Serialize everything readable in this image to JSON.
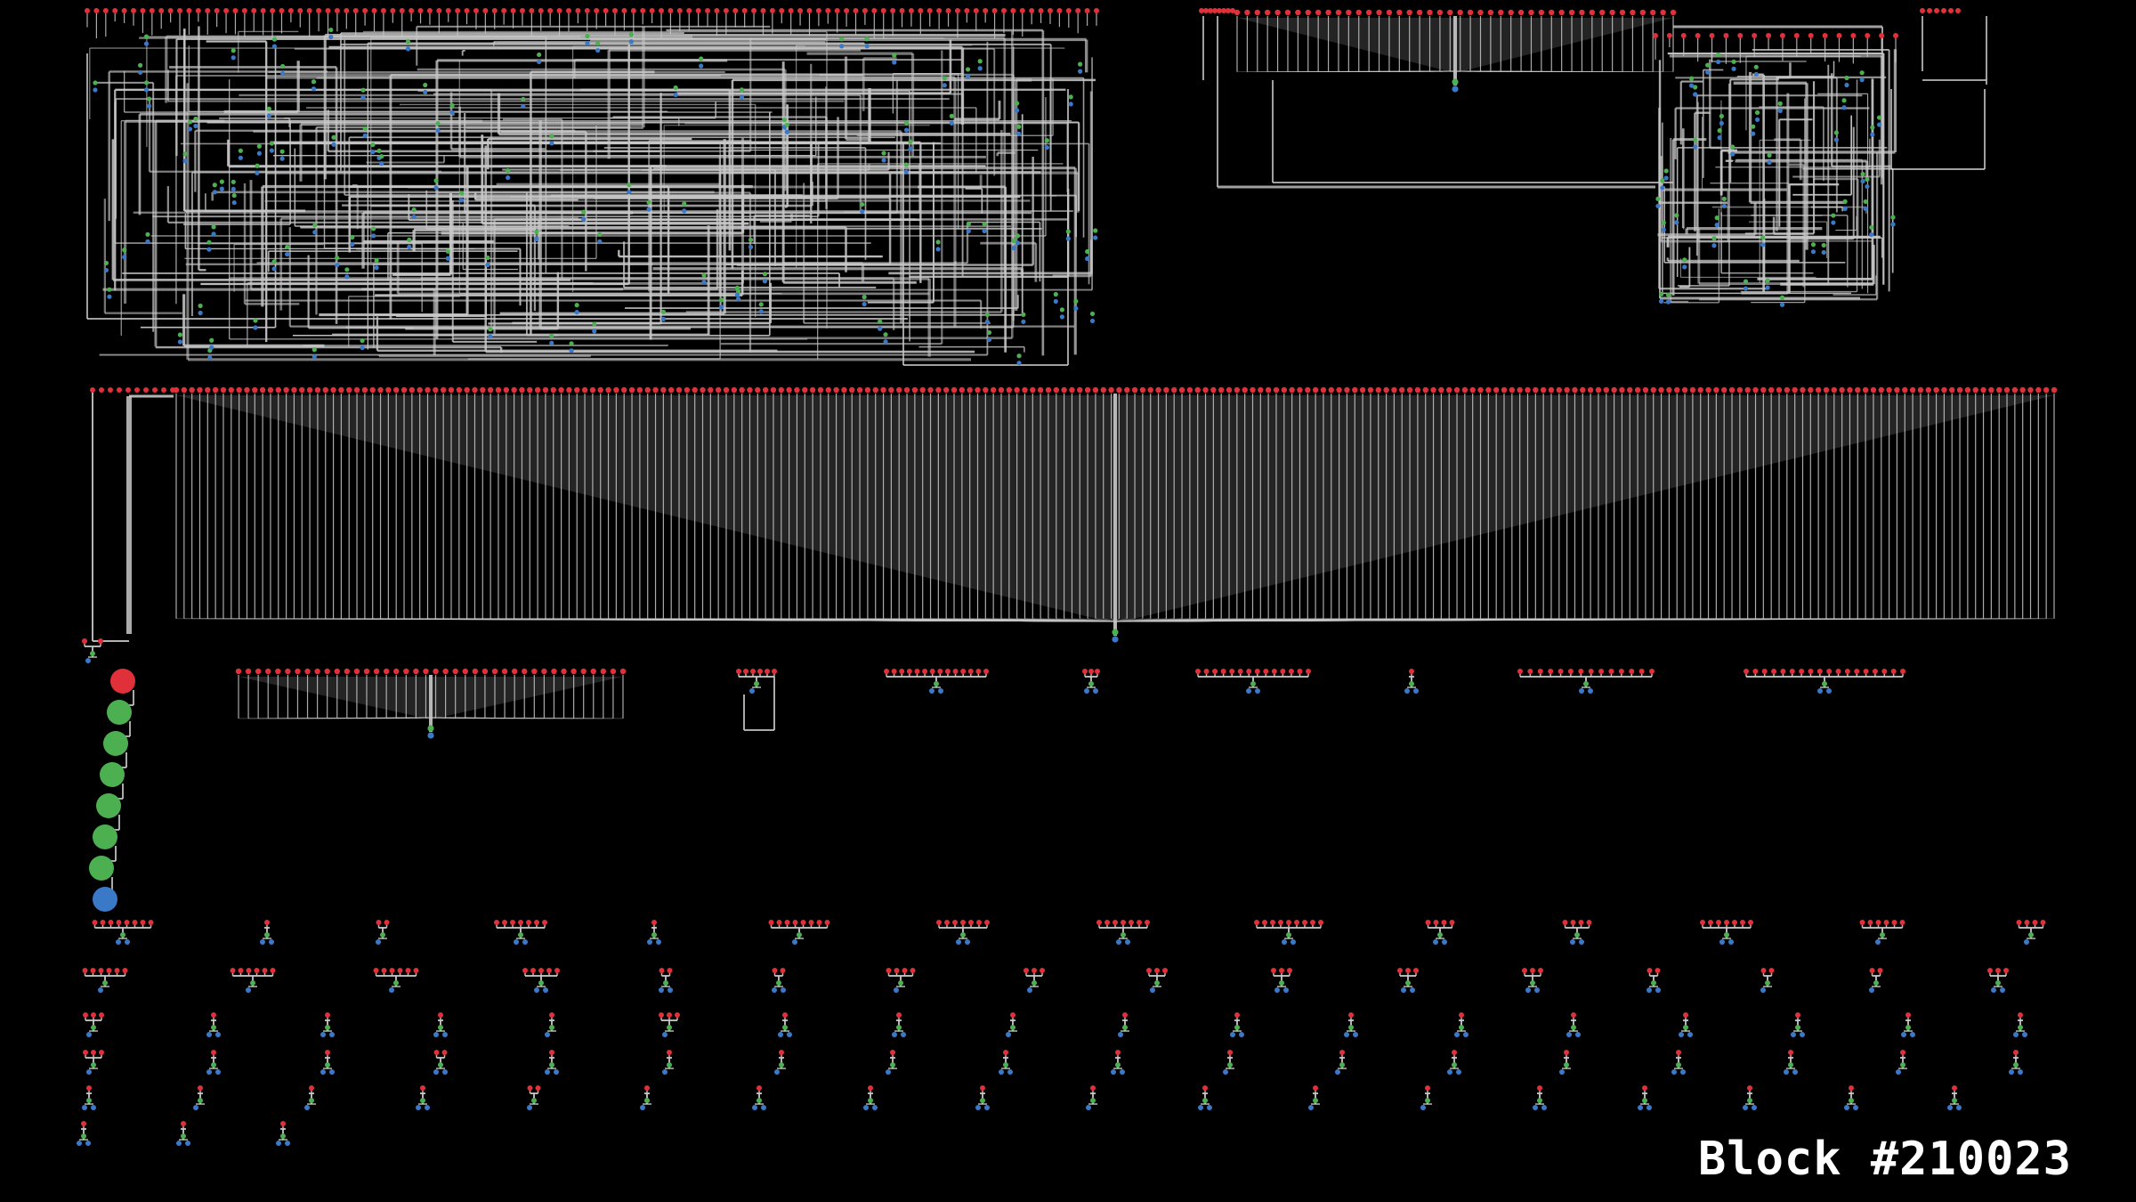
{
  "block": {
    "label": "Block #210023"
  },
  "colors": {
    "background": "#000000",
    "edge": "#c8c8c8",
    "input_node": "#e0303a",
    "intermediate_node": "#4cb050",
    "output_node": "#3a78c8"
  },
  "legend_chain": {
    "nodes": [
      "input",
      "intermediate",
      "intermediate",
      "intermediate",
      "intermediate",
      "intermediate",
      "intermediate",
      "output"
    ]
  }
}
